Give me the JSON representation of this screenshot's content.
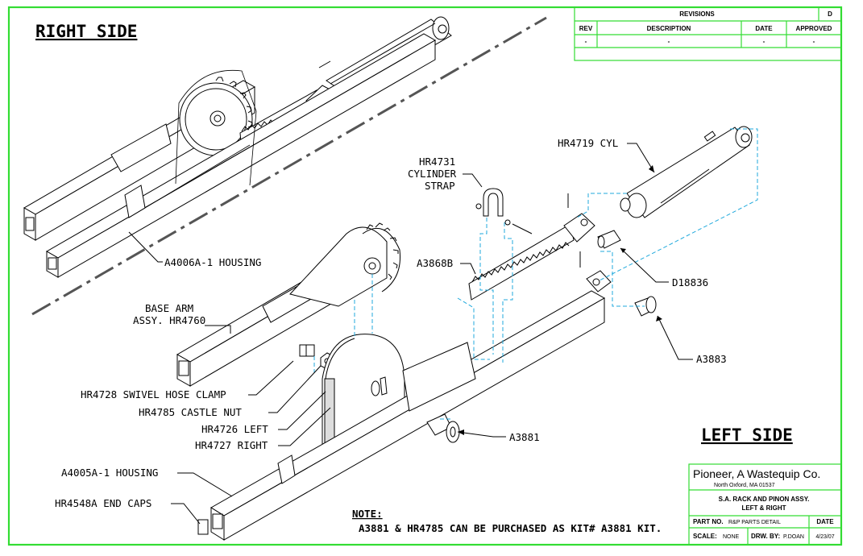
{
  "headings": {
    "right_side": "RIGHT SIDE",
    "left_side": "LEFT SIDE"
  },
  "revisions": {
    "title": "REVISIONS",
    "rev_letter": "D",
    "col_rev": "REV",
    "col_description": "DESCRIPTION",
    "col_date": "DATE",
    "col_approved": "APPROVED",
    "row_rev": "-",
    "row_description": "-",
    "row_date": "-",
    "row_approved": "-"
  },
  "labels": {
    "a4006a": "A4006A-1 HOUSING",
    "hr4719": "HR4719 CYL",
    "hr4731_l1": "HR4731",
    "hr4731_l2": "CYLINDER",
    "hr4731_l3": "STRAP",
    "a3868b": "A3868B",
    "d18836": "D18836",
    "base_arm_l1": "BASE ARM",
    "base_arm_l2": "ASSY. HR4760",
    "a3883": "A3883",
    "hr4728": "HR4728 SWIVEL HOSE CLAMP",
    "hr4785": "HR4785 CASTLE NUT",
    "hr4726": "HR4726 LEFT",
    "hr4727": "HR4727 RIGHT",
    "a3881": "A3881",
    "a4005a": "A4005A-1 HOUSING",
    "hr4548a": "HR4548A END CAPS"
  },
  "note": {
    "title": "NOTE:",
    "text": "A3881 & HR4785 CAN BE PURCHASED AS KIT# A3881 KIT."
  },
  "title_block": {
    "company": "Pioneer, A Wastequip Co.",
    "location": "North Oxford, MA   01537",
    "title_l1": "S.A. RACK AND PINON ASSY.",
    "title_l2": "LEFT & RIGHT",
    "part_no_label": "PART NO.",
    "part_no_value": "R&P PARTS DETAIL",
    "date_label": "DATE",
    "scale_label": "SCALE:",
    "scale_value": "NONE",
    "drawn_by_label": "DRW. BY:",
    "drawn_by_value": "P.DOAN",
    "date_value": "4/23/07"
  },
  "colors": {
    "border": "#33dd33",
    "linework": "#000000",
    "hidden_lines": "#22aadd",
    "centerline": "#555555"
  }
}
